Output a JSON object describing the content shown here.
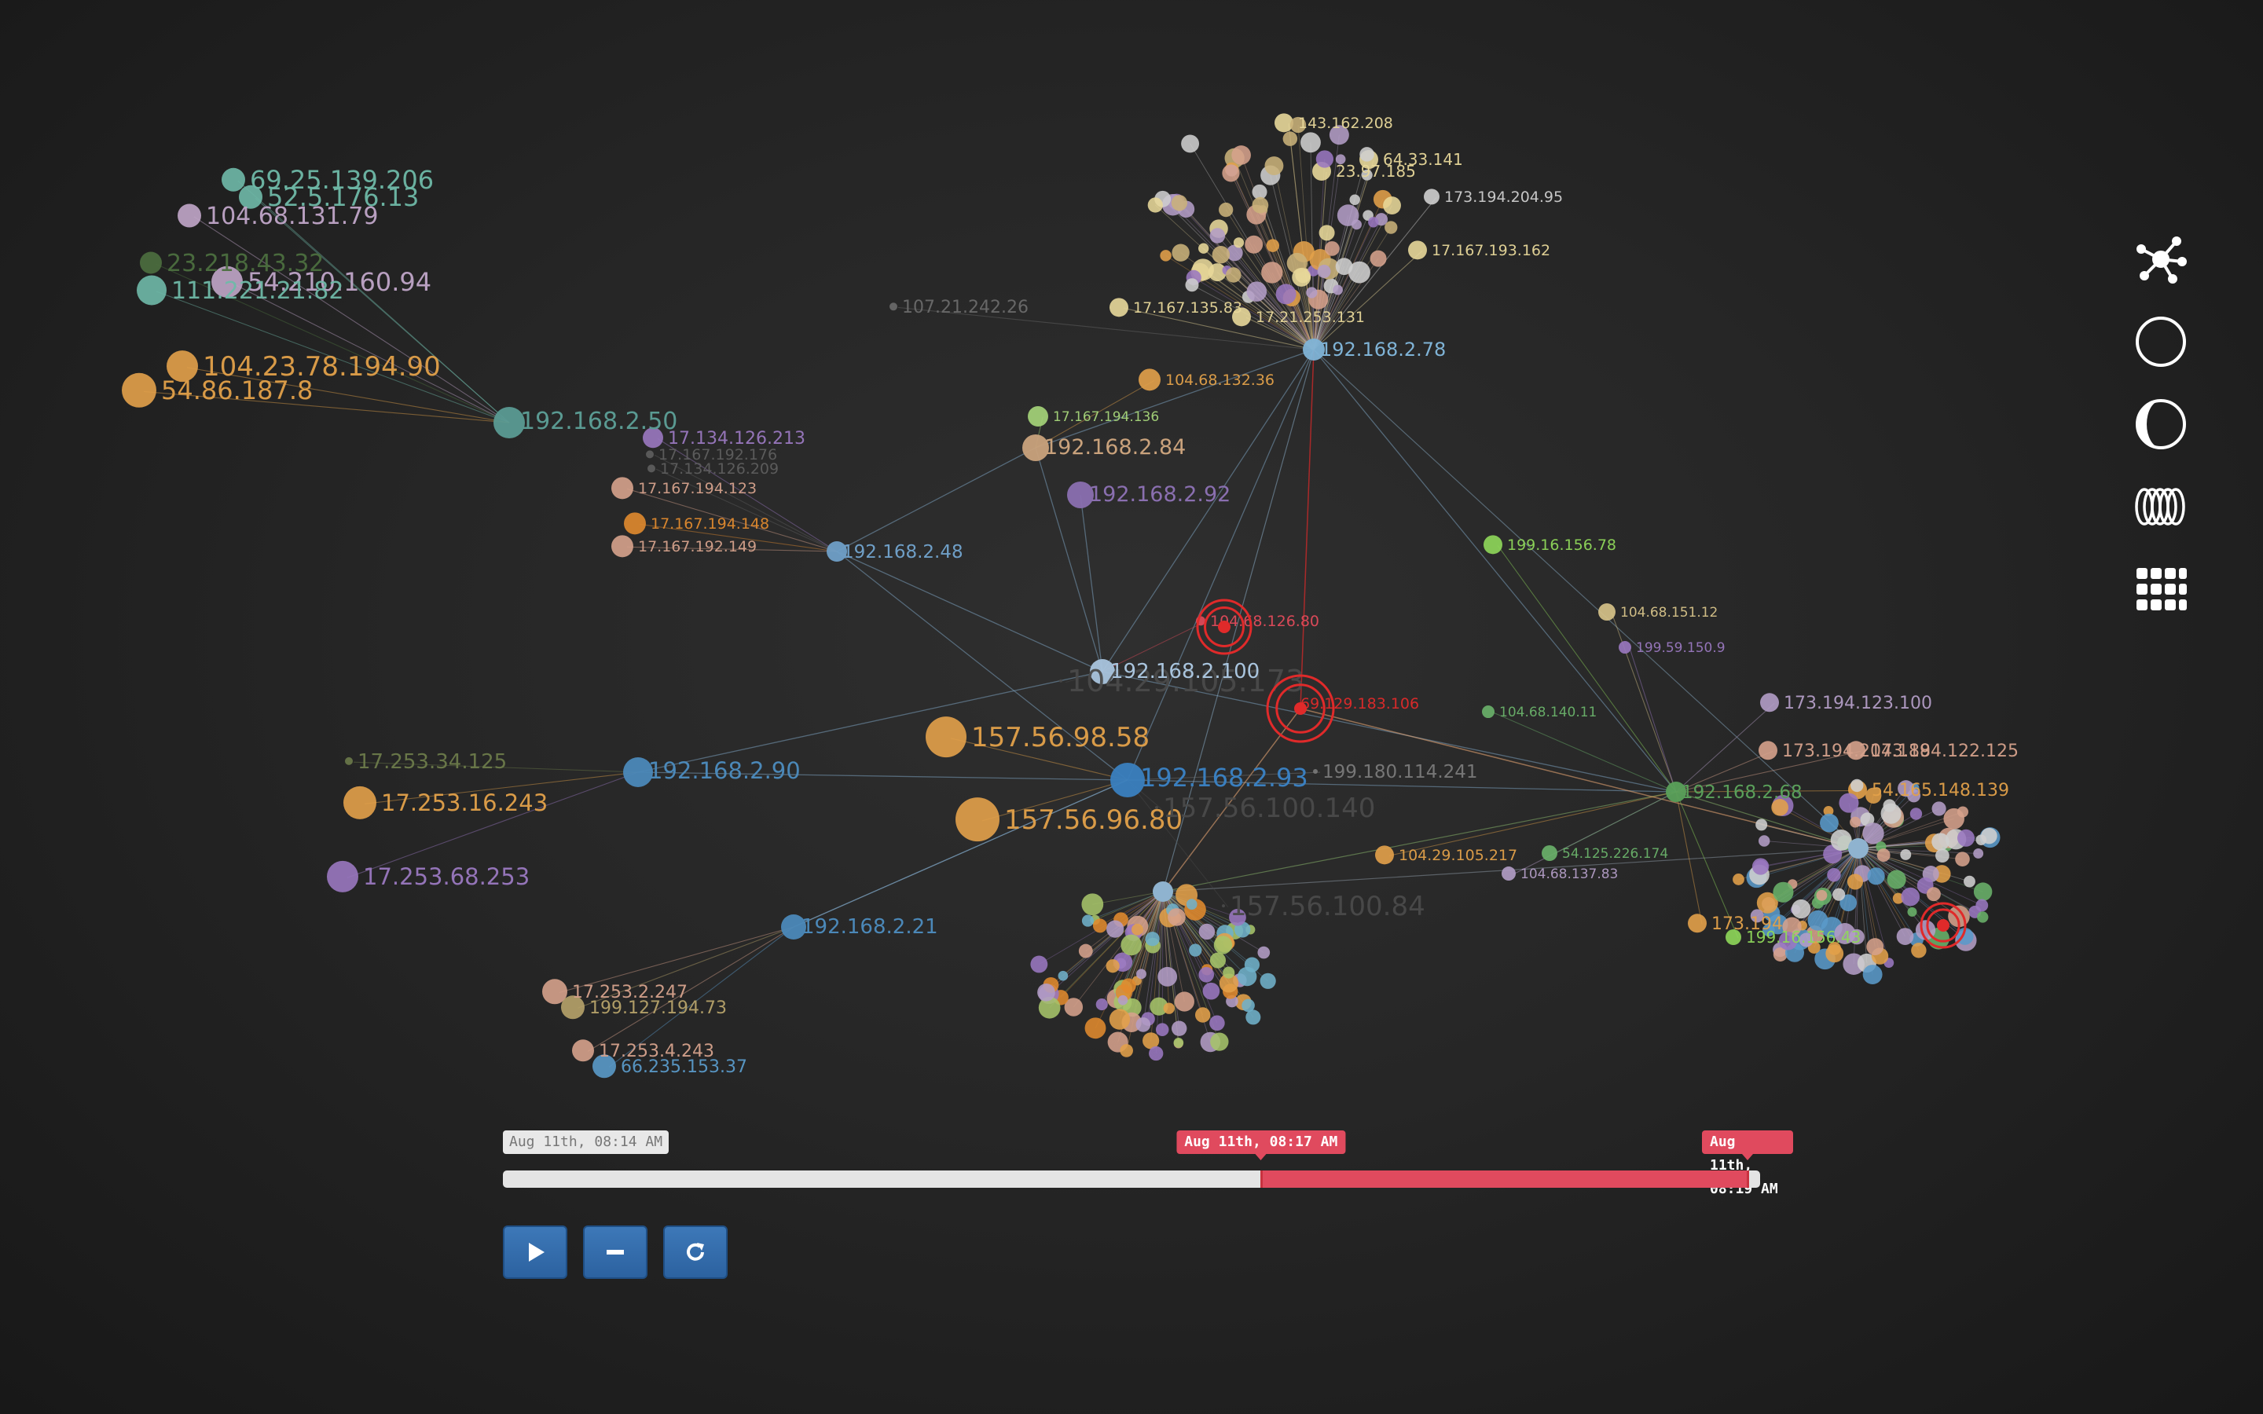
{
  "graph": {
    "hubs": [
      {
        "id": "h1",
        "label": "192.168.2.50",
        "color": "#5a9a92"
      },
      {
        "id": "h2",
        "label": "192.168.2.48",
        "color": "#6f9fc7"
      },
      {
        "id": "h3",
        "label": "192.168.2.78",
        "color": "#7fb3d6"
      },
      {
        "id": "h4",
        "label": "192.168.2.100",
        "color": "#a9c4dd"
      },
      {
        "id": "h5",
        "label": "192.168.2.90",
        "color": "#4b88b8"
      },
      {
        "id": "h6",
        "label": "192.168.2.21",
        "color": "#4b88b8"
      },
      {
        "id": "h7",
        "label": "192.168.2.93",
        "color": "#3a7fbf"
      },
      {
        "id": "h8",
        "label": "192.168.2.68",
        "color": "#5aa05a"
      },
      {
        "id": "h9",
        "label": "192.168.2.84",
        "color": "#c9a27c"
      },
      {
        "id": "h10",
        "label": "192.168.2.92",
        "color": "#8a6fb0"
      }
    ],
    "labels": [
      {
        "text": "69.25.139.206",
        "color": "#6fb9a8"
      },
      {
        "text": "52.5.176.13",
        "color": "#6fb9a8"
      },
      {
        "text": "104.68.131.79",
        "color": "#c1a6c9"
      },
      {
        "text": "23.218.43.32",
        "color": "#4c6f3f"
      },
      {
        "text": "54.210.160.94",
        "color": "#c1a6c9"
      },
      {
        "text": "111.221.21.82",
        "color": "#6fb9a8"
      },
      {
        "text": "104.23.78.194.90",
        "color": "#e3a14a"
      },
      {
        "text": "54.86.187.8",
        "color": "#e3a14a"
      },
      {
        "text": "107.21.242.26",
        "color": "#6a6a6a"
      },
      {
        "text": "17.134.126.213",
        "color": "#9a78c0"
      },
      {
        "text": "17.167.192.176",
        "color": "#5e5e5e"
      },
      {
        "text": "17.134.126.209",
        "color": "#5e5e5e"
      },
      {
        "text": "17.167.194.123",
        "color": "#d6a28c"
      },
      {
        "text": "17.167.194.148",
        "color": "#e08a2e"
      },
      {
        "text": "17.167.192.149",
        "color": "#d6a28c"
      },
      {
        "text": "104.68.132.36",
        "color": "#e3a14a"
      },
      {
        "text": "17.167.194.136",
        "color": "#a6d67a"
      },
      {
        "text": "17.253.34.125",
        "color": "#6b7a4a"
      },
      {
        "text": "17.253.16.243",
        "color": "#e3a14a"
      },
      {
        "text": "17.253.68.253",
        "color": "#9a78c0"
      },
      {
        "text": "17.253.2.247",
        "color": "#d6a28c"
      },
      {
        "text": "199.127.194.73",
        "color": "#b7a36a"
      },
      {
        "text": "17.253.4.243",
        "color": "#d6a28c"
      },
      {
        "text": "66.235.153.37",
        "color": "#5a9ac9"
      },
      {
        "text": "157.56.98.58",
        "color": "#e3a14a"
      },
      {
        "text": "157.56.96.80",
        "color": "#e3a14a"
      },
      {
        "text": "104.29.105.173",
        "color": "#4a4a4a"
      },
      {
        "text": "157.56.100.140",
        "color": "#4a4a4a"
      },
      {
        "text": "157.56.100.84",
        "color": "#4a4a4a"
      },
      {
        "text": "199.180.114.241",
        "color": "#7a7a7a"
      },
      {
        "text": "104.29.105.217",
        "color": "#e3a14a"
      },
      {
        "text": "104.68.137.83",
        "color": "#b39dc6"
      },
      {
        "text": "54.125.226.174",
        "color": "#6ab26a"
      },
      {
        "text": "104.68.140.11",
        "color": "#6ab26a"
      },
      {
        "text": "199.16.156.78",
        "color": "#8fd85a"
      },
      {
        "text": "104.68.151.12",
        "color": "#d8c48a"
      },
      {
        "text": "199.59.150.9",
        "color": "#9a78c0"
      },
      {
        "text": "104.68.126.80",
        "color": "#e34b5b"
      },
      {
        "text": "69.129.183.106",
        "color": "#e02a2a"
      },
      {
        "text": "173.194.123.100",
        "color": "#b39dc6"
      },
      {
        "text": "173.194.204.188",
        "color": "#d6a28c"
      },
      {
        "text": "173.194.122.125",
        "color": "#d6a28c"
      },
      {
        "text": "54.165.148.139",
        "color": "#e3a14a"
      },
      {
        "text": "173.194",
        "color": "#e3a14a"
      },
      {
        "text": "199.16.156.43",
        "color": "#8fd85a"
      },
      {
        "text": "199.16.156.43 ",
        "color": "#6ab26a"
      },
      {
        "text": "173.194.204.95",
        "color": "#cfcfcf"
      },
      {
        "text": "143.162.208",
        "color": "#e8d89a"
      },
      {
        "text": "23.97.185",
        "color": "#e8d89a"
      },
      {
        "text": "64.33.141",
        "color": "#e8d89a"
      },
      {
        "text": "17.167.193.162",
        "color": "#e8d89a"
      },
      {
        "text": "17.167.135.83",
        "color": "#e8d89a"
      },
      {
        "text": "17.21.253.131",
        "color": "#e8d89a"
      }
    ]
  },
  "timeline": {
    "start_label": "Aug 11th, 08:14 AM",
    "marker_1_label": "Aug 11th, 08:17 AM",
    "marker_2_label": "Aug 11th, 08:19 AM",
    "range_start_pct": 60.3,
    "range_end_pct": 99.0
  },
  "controls": {
    "play_icon": "play-icon",
    "zoom_out_icon": "minus-icon",
    "reset_icon": "refresh-icon"
  },
  "toolbar": {
    "icons": [
      "network-graph-icon",
      "circle-layout-icon",
      "half-moon-icon",
      "spiral-icon",
      "grid-dots-icon"
    ]
  },
  "colors": {
    "alert": "#e02a2a",
    "accent": "#e04a5e",
    "button": "#2f68a8"
  }
}
